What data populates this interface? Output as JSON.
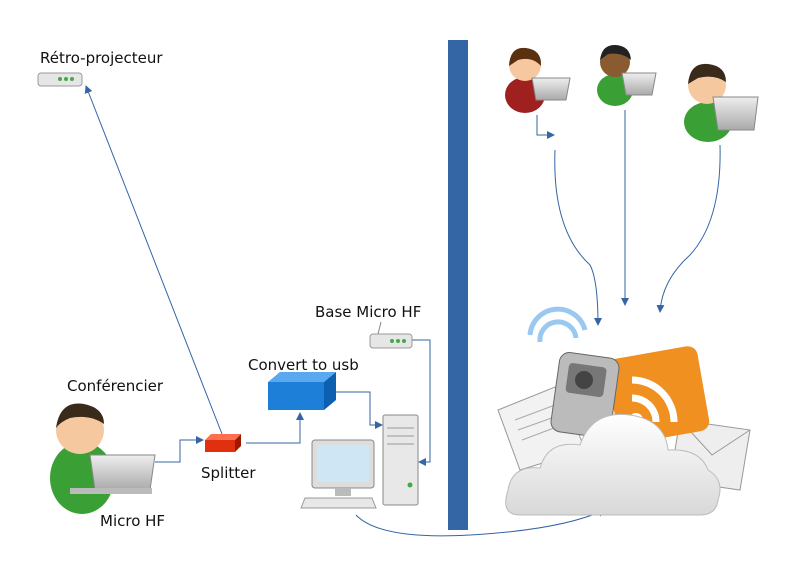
{
  "labels": {
    "projector": "Rétro-projecteur",
    "base_micro": "Base Micro HF",
    "convert": "Convert to usb",
    "speaker": "Conférencier",
    "splitter": "Splitter",
    "micro": "Micro HF"
  },
  "colors": {
    "divider": "#3465a4",
    "arrow": "#3465a4",
    "splitter": "#e03010",
    "converter": "#1e7fd8",
    "rss": "#f09020",
    "shirt": "#3aa035"
  }
}
